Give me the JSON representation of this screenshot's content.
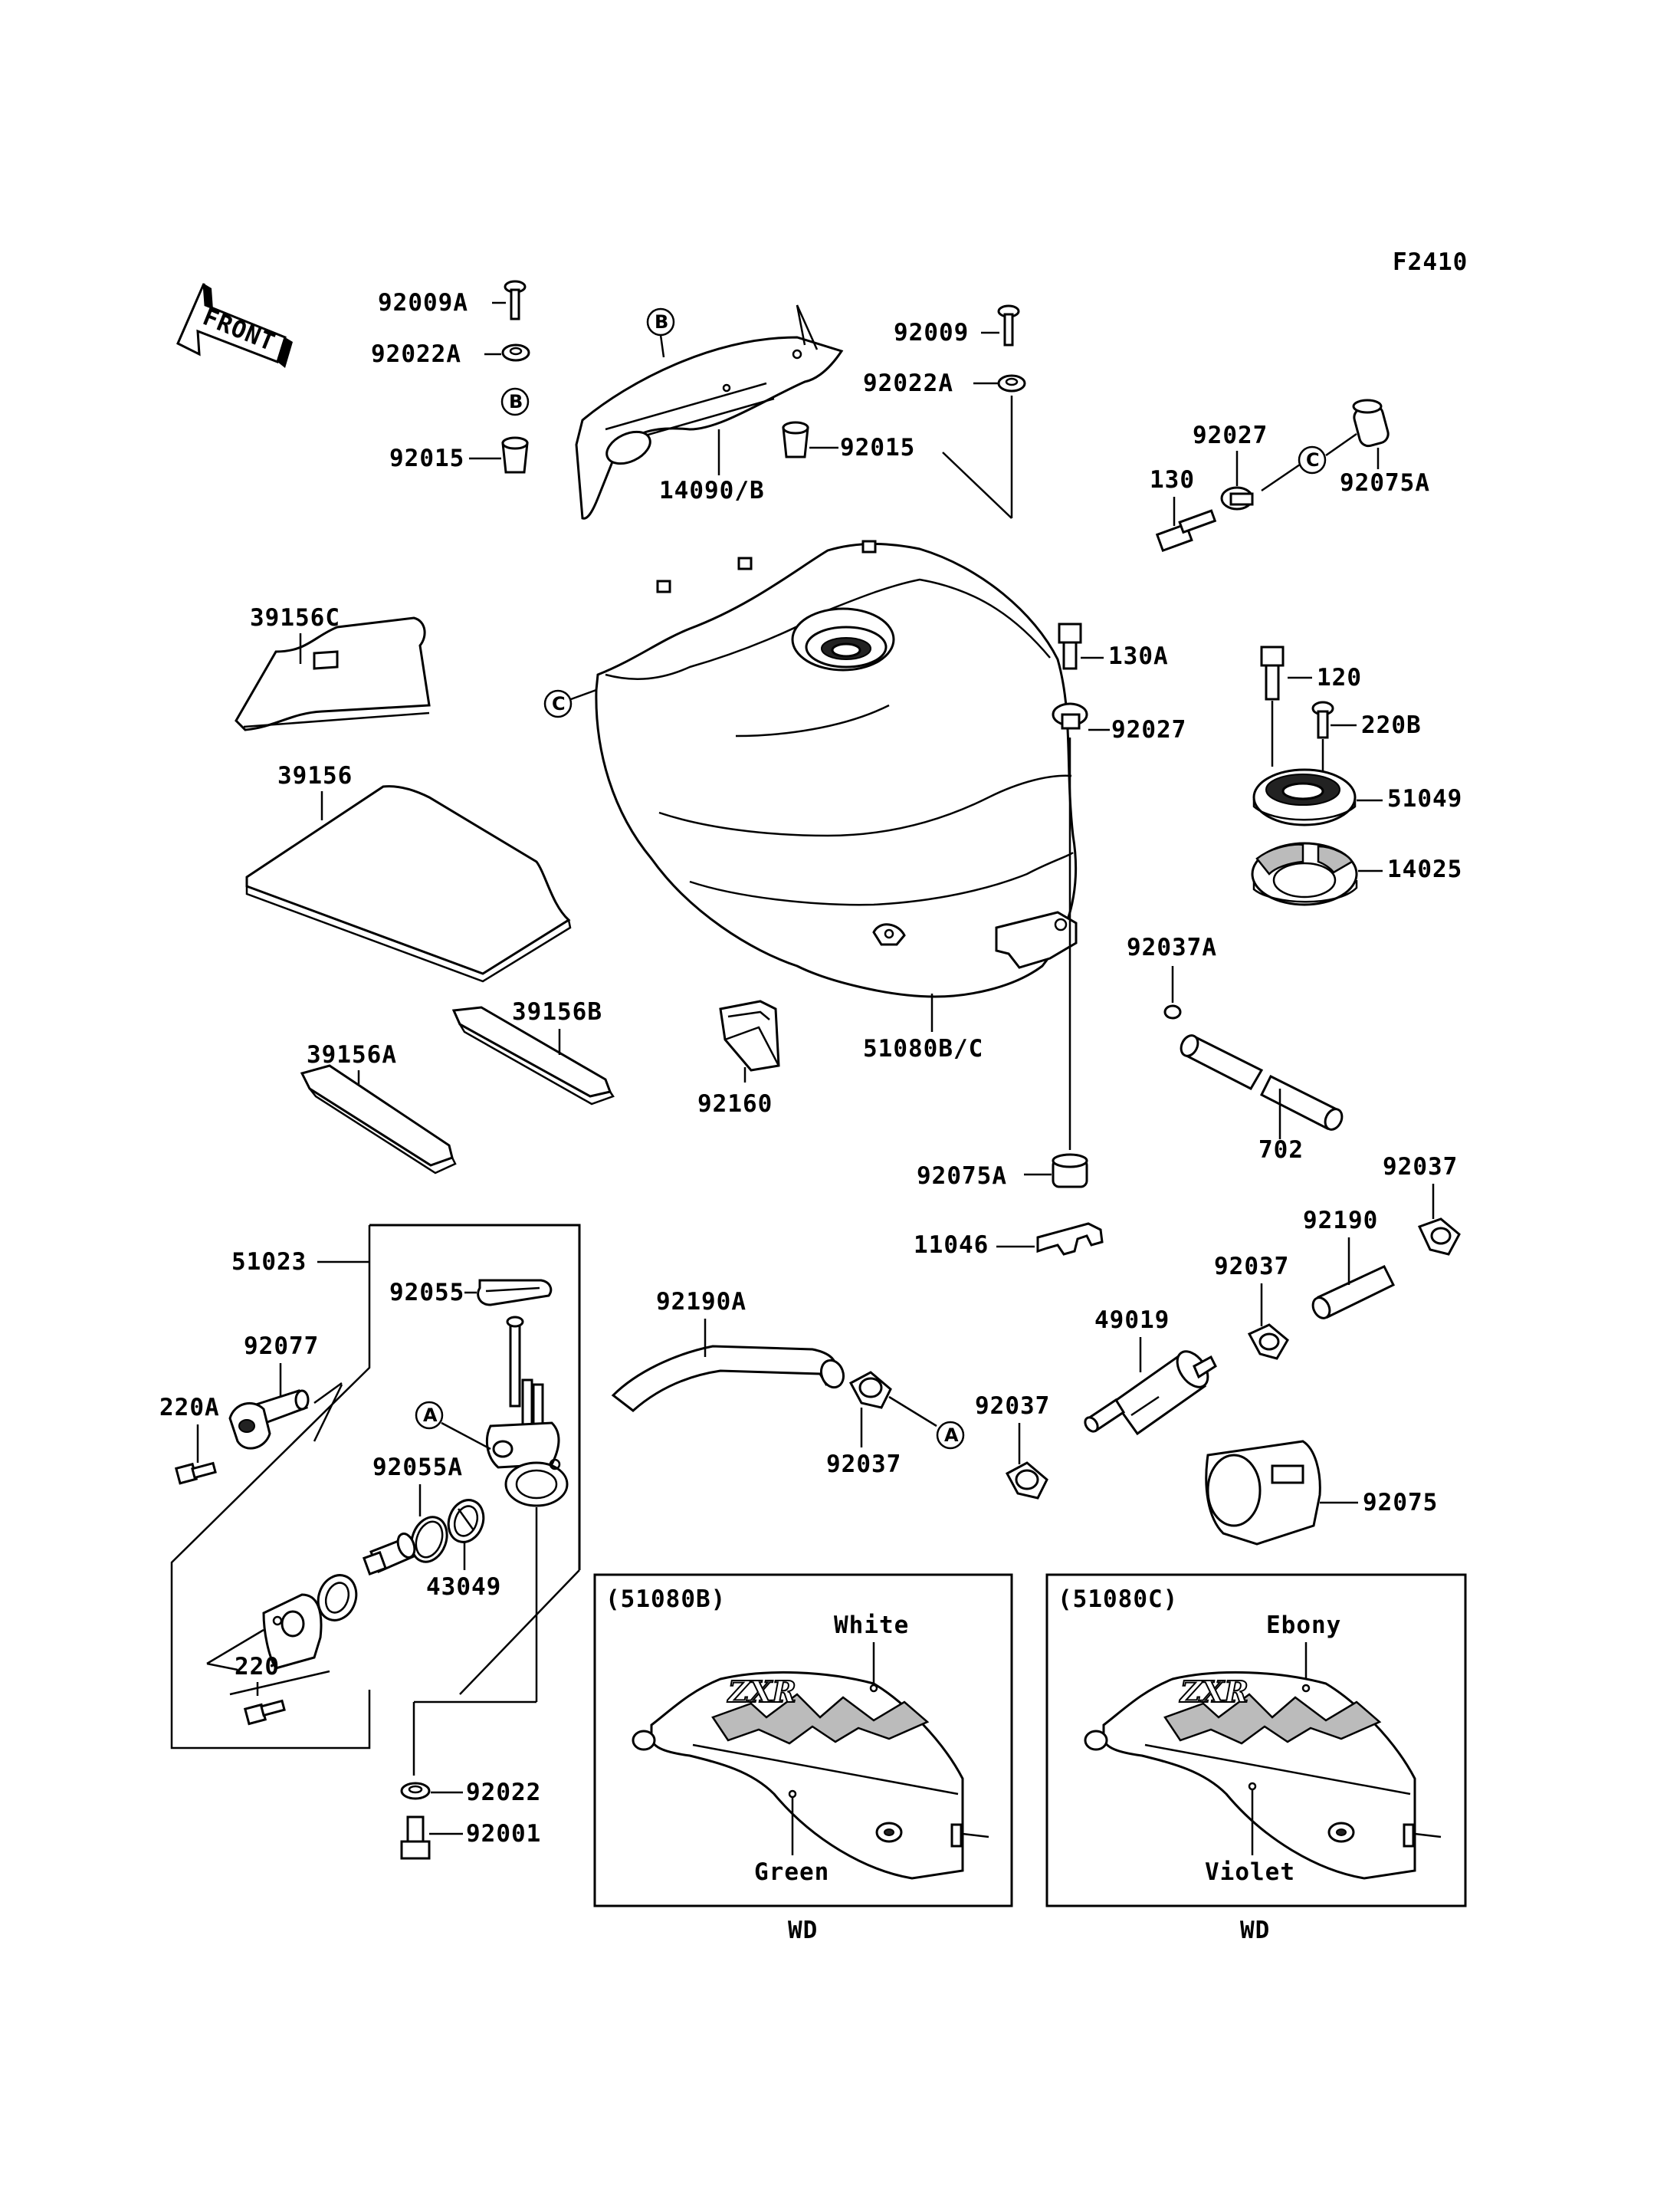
{
  "figure_code": "F2410",
  "front_label": "FRONT",
  "refs": {
    "a": "A",
    "b": "B",
    "c": "C"
  },
  "parts": {
    "p92009A": "92009A",
    "p92022A_l": "92022A",
    "p92015_l": "92015",
    "p14090B": "14090/B",
    "p92009": "92009",
    "p92022A_r": "92022A",
    "p92015_r": "92015",
    "p92027_top": "92027",
    "p130": "130",
    "p92075A_top": "92075A",
    "p39156C": "39156C",
    "p39156": "39156",
    "p39156A": "39156A",
    "p39156B": "39156B",
    "p92160": "92160",
    "p51080BC": "51080B/C",
    "p130A": "130A",
    "p92027_mid": "92027",
    "p120": "120",
    "p220B": "220B",
    "p51049": "51049",
    "p14025": "14025",
    "p92037A": "92037A",
    "p702": "702",
    "p92075A_bot": "92075A",
    "p92037_r": "92037",
    "p11046": "11046",
    "p92190": "92190",
    "p92037_m": "92037",
    "p49019": "49019",
    "p92190A": "92190A",
    "p92037_c": "92037",
    "p92037_b": "92037",
    "p92075": "92075",
    "p51023": "51023",
    "p92055": "92055",
    "p92077": "92077",
    "p220A": "220A",
    "p92055A": "92055A",
    "p43049": "43049",
    "p220": "220",
    "p92022": "92022",
    "p92001": "92001"
  },
  "variants": [
    {
      "code": "(51080B)",
      "color_top": "White",
      "color_bottom": "Green",
      "market": "WD"
    },
    {
      "code": "(51080C)",
      "color_top": "Ebony",
      "color_bottom": "Violet",
      "market": "WD"
    }
  ]
}
